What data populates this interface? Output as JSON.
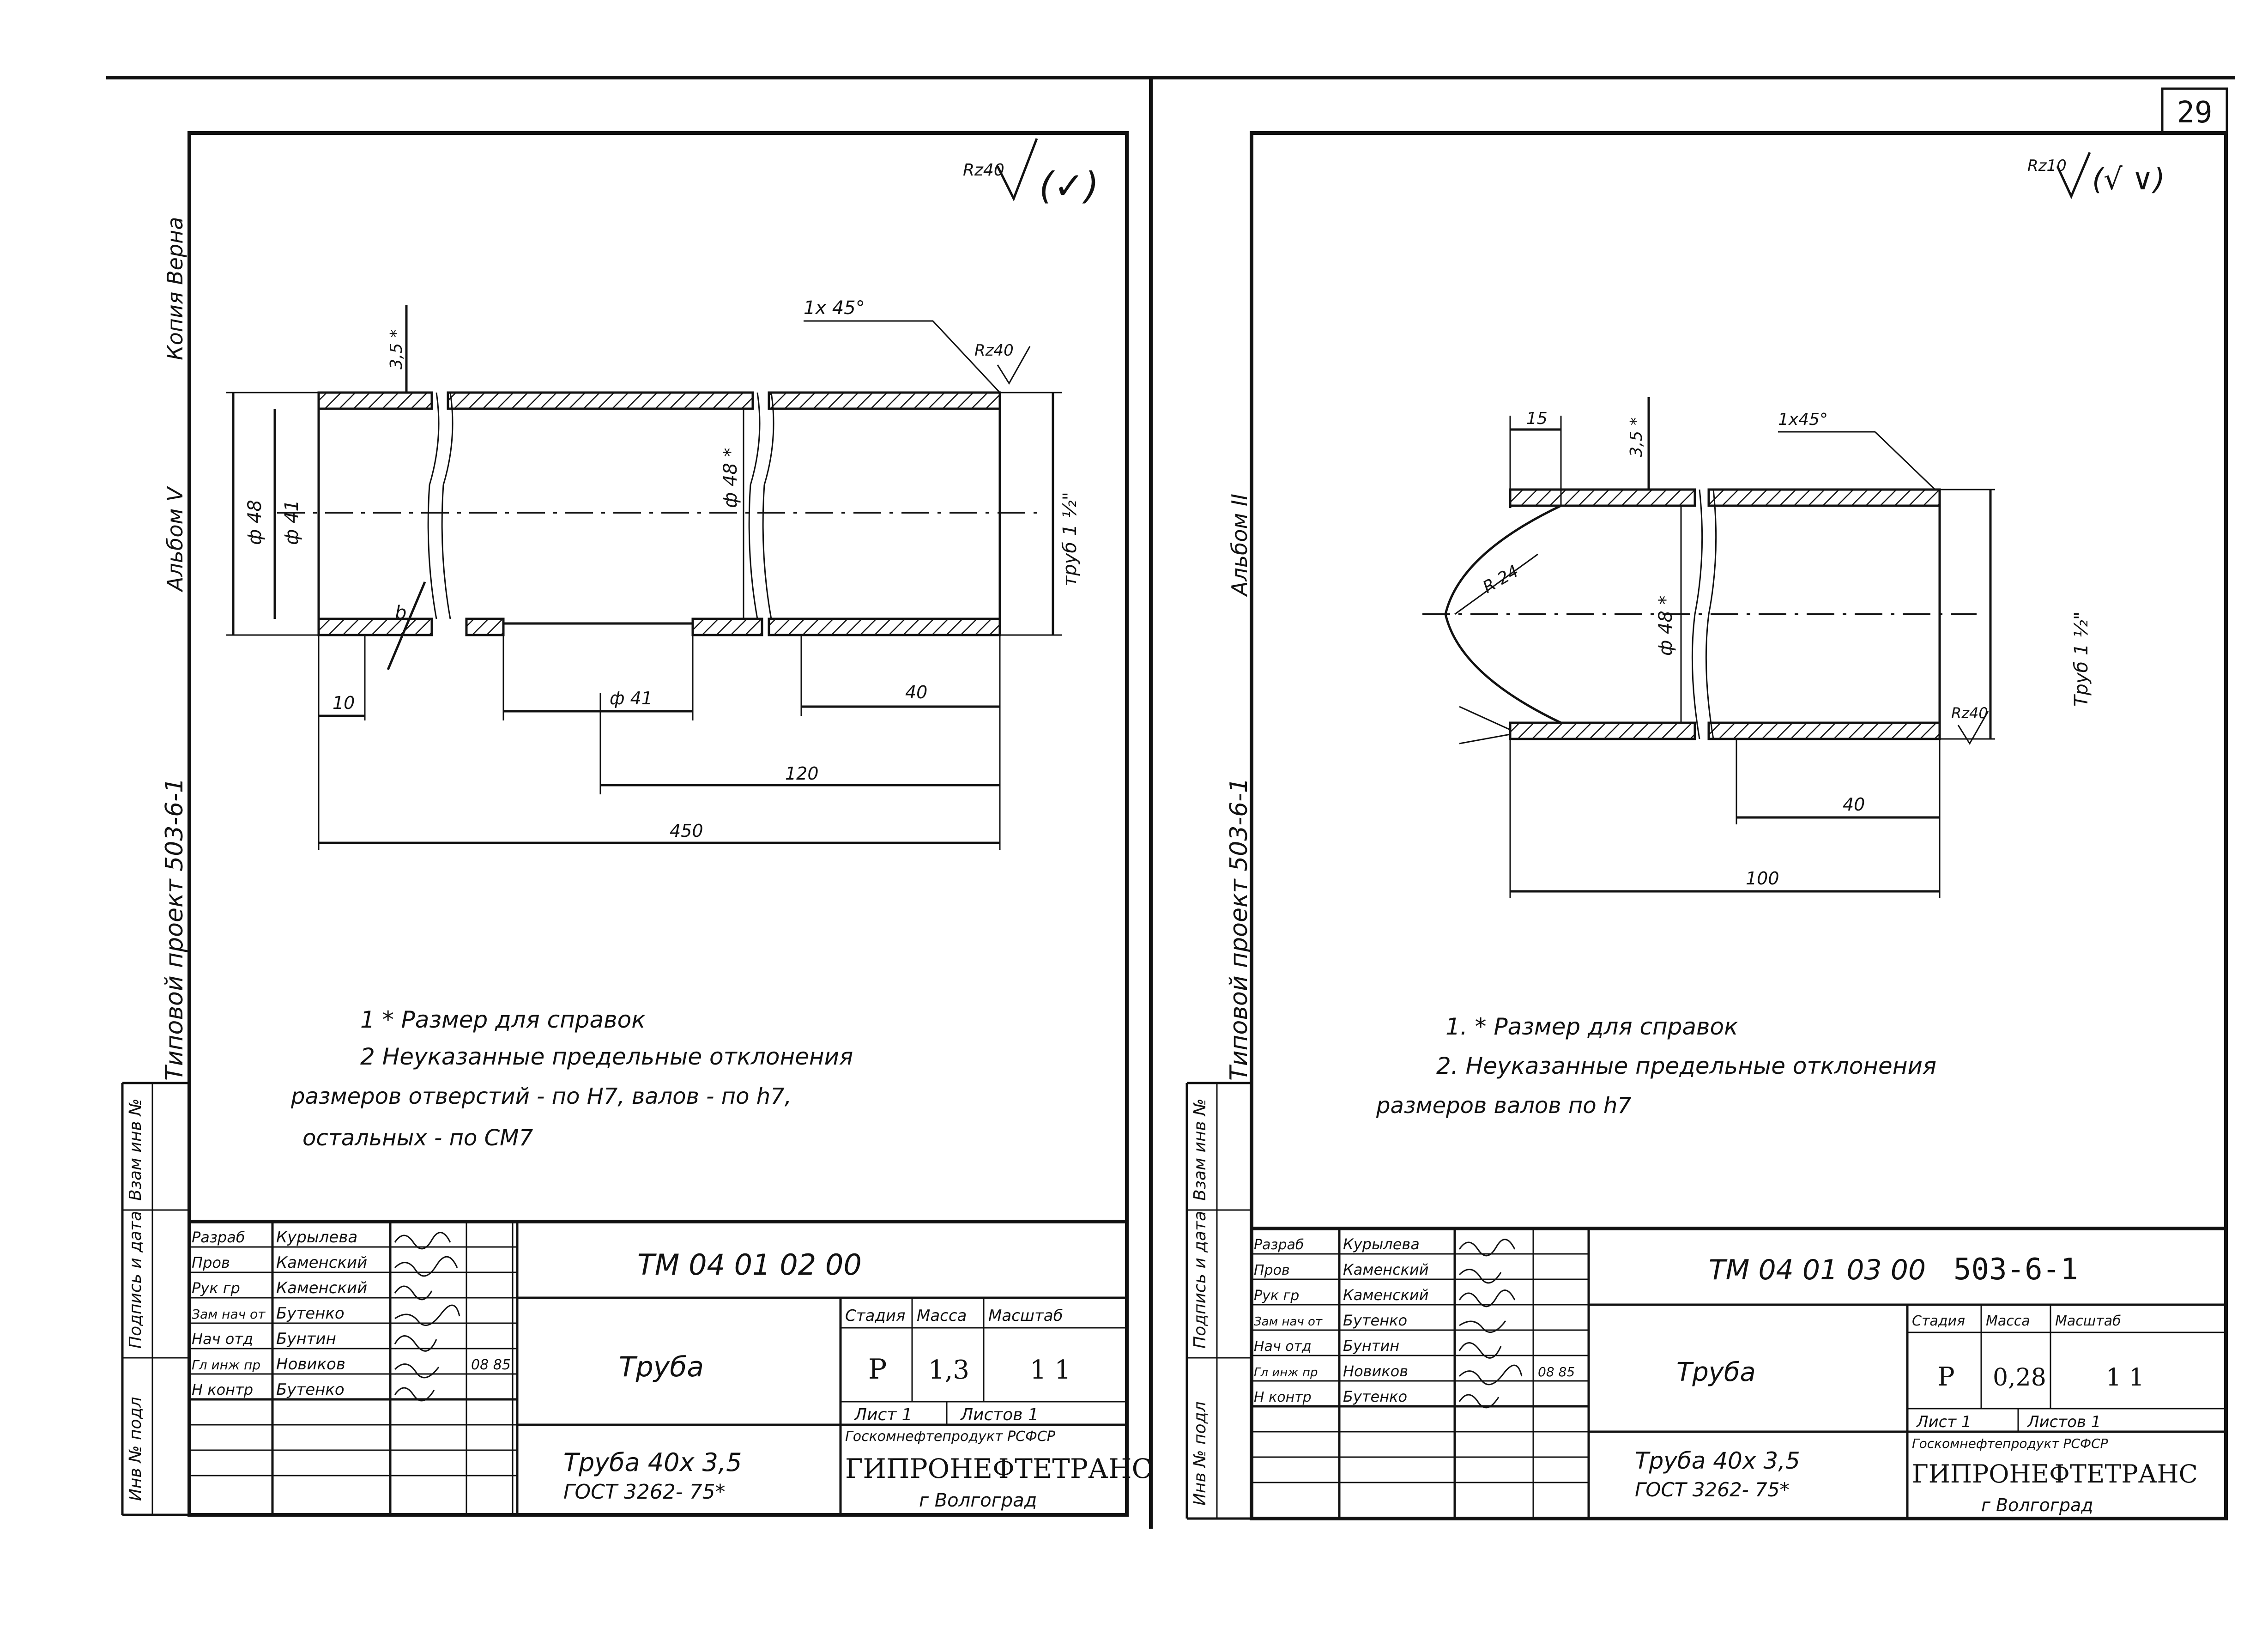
{
  "page_number": "29",
  "left_sheet": {
    "margin_labels": {
      "copy": "Копия Верна",
      "album": "Альбом V",
      "project": "Типовой проект 503-6-1"
    },
    "roughness": {
      "symbol": "Rz40",
      "check": "(✓)",
      "edge_symbol": "Rz40"
    },
    "dims": {
      "chamfer": "1x 45°",
      "thickness": "3,5 *",
      "outer_d": "ф 48",
      "inner_d": "ф 41",
      "inner_d_side": "ф 41",
      "mid_d": "ф 48 *",
      "thread": "труб 1 ½\"",
      "angle": "b",
      "len_10": "10",
      "len_40": "40",
      "len_120": "120",
      "len_450": "450"
    },
    "notes": {
      "n1": "1 * Размер для справок",
      "n2": "2 Неуказанные предельные отклонения",
      "n3": "размеров отверстий - по Н7, валов - по h7,",
      "n4": "остальных - по СМ7"
    },
    "side_stamp": [
      "Инв № подл",
      "Подпись и дата",
      "Взам инв №"
    ],
    "title_block": {
      "roles": [
        "Разраб",
        "Пров",
        "Рук гр",
        "Зам нач от",
        "Нач отд",
        "Гл инж пр",
        "Н контр"
      ],
      "names": [
        "Курылева",
        "Каменский",
        "Каменский",
        "Бутенко",
        "Бунтин",
        "Новиков",
        "Бутенко"
      ],
      "dates": [
        "",
        "",
        "",
        "",
        "",
        "08 85",
        ""
      ],
      "code": "ТМ 04 01 02 00",
      "part_name": "Труба",
      "stage_label": "Стадия",
      "mass_label": "Масса",
      "scale_label": "Масштаб",
      "stage": "Р",
      "mass": "1,3",
      "scale": "1 1",
      "sheet": "Лист 1",
      "sheets": "Листов 1",
      "material_1": "Труба 40х 3,5",
      "material_2": "ГОСТ 3262- 75*",
      "org_top": "Госкомнефтепродукт РСФСР",
      "org": "ГИПРОНЕФТЕТРАНС",
      "city": "г Волгоград"
    }
  },
  "right_sheet": {
    "margin_labels": {
      "album": "Альбом II",
      "project": "Типовой проект 503-6-1"
    },
    "roughness": {
      "symbol": "Rz10",
      "check": "(√ ∨)",
      "edge_symbol": "Rz40"
    },
    "dims": {
      "len_15": "15",
      "thickness": "3,5 *",
      "chamfer": "1x45°",
      "radius": "R 24",
      "mid_d": "ф 48 *",
      "thread": "Труб 1 ½\"",
      "len_40": "40",
      "len_100": "100"
    },
    "notes": {
      "n1": "1. * Размер для справок",
      "n2": "2. Неуказанные предельные отклонения",
      "n3": "размеров валов по h7"
    },
    "side_stamp": [
      "Инв № подл",
      "Подпись и дата",
      "Взам инв №"
    ],
    "title_block": {
      "roles": [
        "Разраб",
        "Пров",
        "Рук гр",
        "Зам нач от",
        "Нач отд",
        "Гл инж пр",
        "Н контр"
      ],
      "names": [
        "Курылева",
        "Каменский",
        "Каменский",
        "Бутенко",
        "Бунтин",
        "Новиков",
        "Бутенко"
      ],
      "dates": [
        "",
        "",
        "",
        "",
        "",
        "08 85",
        ""
      ],
      "code": "ТМ 04 01 03 00",
      "project_code": "503-6-1",
      "part_name": "Труба",
      "stage_label": "Стадия",
      "mass_label": "Масса",
      "scale_label": "Масштаб",
      "stage": "Р",
      "mass": "0,28",
      "scale": "1 1",
      "sheet": "Лист 1",
      "sheets": "Листов 1",
      "material_1": "Труба 40х 3,5",
      "material_2": "ГОСТ 3262- 75*",
      "org_top": "Госкомнефтепродукт РСФСР",
      "org": "ГИПРОНЕФТЕТРАНС",
      "city": "г Волгоград"
    }
  }
}
